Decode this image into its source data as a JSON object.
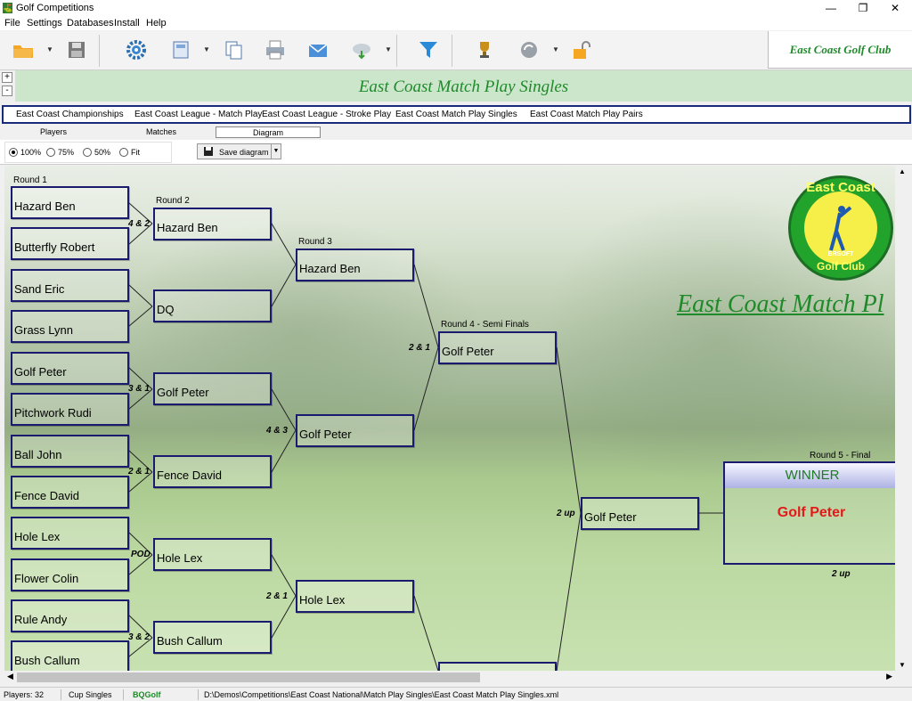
{
  "window": {
    "title": "Golf Competitions",
    "minimize": "—",
    "maximize": "❐",
    "close": "✕"
  },
  "menu": [
    "File",
    "Settings",
    "Databases",
    "Install",
    "Help"
  ],
  "toolbar": {
    "club_name": "East Coast Golf Club"
  },
  "banner": {
    "title": "East Coast Match Play Singles",
    "expand": "+",
    "collapse": "-"
  },
  "competition_tabs": [
    "East Coast Championships",
    "East Coast League - Match Play",
    "East Coast League - Stroke Play",
    "East Coast Match Play Singles",
    "East Coast Match Play Pairs"
  ],
  "view_tabs": [
    "Players",
    "Matches",
    "Diagram"
  ],
  "zoom": {
    "options": [
      "100%",
      "75%",
      "50%",
      "Fit"
    ],
    "selected": "100%",
    "save_label": "Save diagram"
  },
  "diagram": {
    "rounds": [
      "Round 1",
      "Round 2",
      "Round 3",
      "Round 4 - Semi Finals",
      "Round 5 - Final"
    ],
    "round1": [
      "Hazard Ben",
      "Butterfly Robert",
      "Sand Eric",
      "Grass Lynn",
      "Golf Peter",
      "Pitchwork Rudi",
      "Ball John",
      "Fence David",
      "Hole Lex",
      "Flower Colin",
      "Rule Andy",
      "Bush Callum"
    ],
    "round2": [
      "Hazard Ben",
      "DQ",
      "Golf Peter",
      "Fence David",
      "Hole Lex",
      "Bush Callum"
    ],
    "round2_scores": [
      "4 & 2",
      "3 & 1",
      "2 & 1",
      "POD",
      "3 & 2"
    ],
    "round3": [
      "Hazard Ben",
      "Golf Peter",
      "Hole Lex"
    ],
    "round3_scores": [
      "4 & 3",
      "2 & 1"
    ],
    "round4": [
      "Golf Peter",
      ""
    ],
    "round4_scores": [
      "2 & 1"
    ],
    "round5": "Golf Peter",
    "round5_score": "2 up",
    "winner_title": "WINNER",
    "winner_name": "Golf Peter",
    "final_score": "2 up",
    "logo_top": "East Coast",
    "logo_bottom": "Golf Club",
    "logo_mid": "BRSOFT",
    "title": "East Coast Match Pl"
  },
  "status": {
    "players": "Players: 32",
    "type": "Cup Singles",
    "brand": "BQGolf",
    "path": "D:\\Demos\\Competitions\\East Coast National\\Match Play Singles\\East Coast Match Play Singles.xml"
  },
  "colors": {
    "accent_green": "#1f8a2a",
    "box_border": "#1a1a6e",
    "winner_red": "#e21a1a",
    "tab_border": "#1a2a7a"
  }
}
